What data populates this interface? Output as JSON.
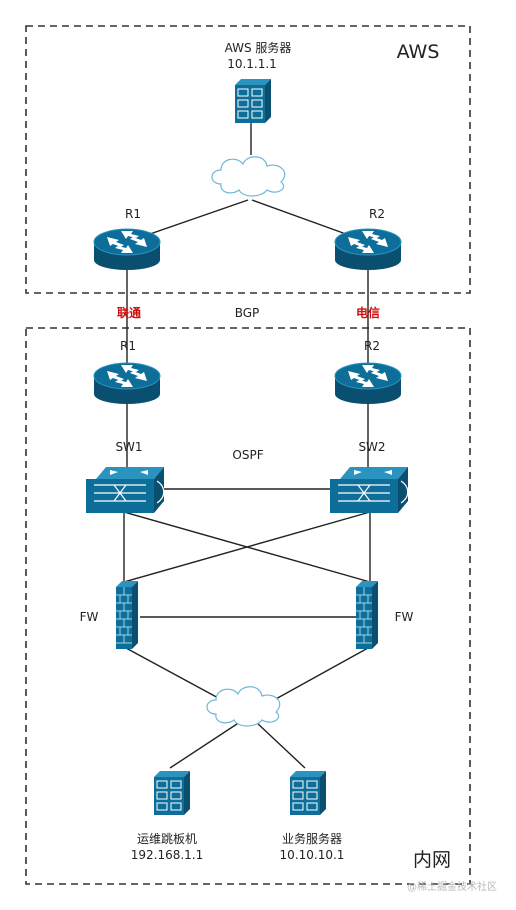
{
  "zones": {
    "aws": {
      "label": "AWS"
    },
    "intranet": {
      "label": "内网"
    }
  },
  "protocols": {
    "bgp": "BGP",
    "ospf": "OSPF"
  },
  "aws": {
    "server": {
      "name": "AWS 服务器",
      "ip": "10.1.1.1"
    },
    "r1": "R1",
    "r2": "R2"
  },
  "links": {
    "left_isp": "联通",
    "right_isp": "电信"
  },
  "intranet": {
    "r1": "R1",
    "r2": "R2",
    "sw1": "SW1",
    "sw2": "SW2",
    "fw_left": "FW",
    "fw_right": "FW",
    "jump_host": {
      "name": "运维跳板机",
      "ip": "192.168.1.1"
    },
    "biz_server": {
      "name": "业务服务器",
      "ip": "10.10.10.1"
    }
  },
  "watermark": "@稀土掘金技术社区",
  "colors": {
    "device_main": "#0e6e9a",
    "device_dark": "#0a4f70",
    "device_light": "#2b93c0",
    "link": "#222222",
    "isp_label": "#d01010",
    "boundary": "#333333"
  },
  "icons": {
    "router": "router-icon",
    "switch": "switch-icon",
    "firewall": "firewall-icon",
    "server": "server-icon",
    "cloud": "cloud-icon"
  }
}
